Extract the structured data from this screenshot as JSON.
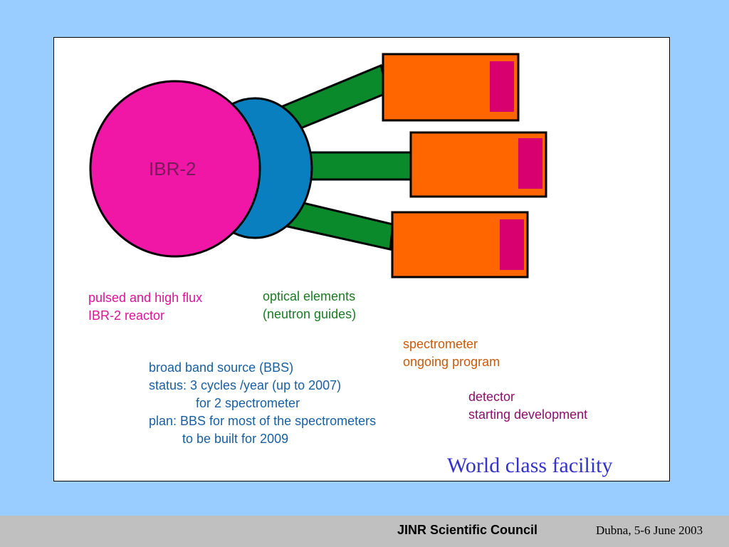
{
  "diagram": {
    "reactor_label": "IBR-2",
    "labels": {
      "reactor": [
        "pulsed and high flux",
        "IBR-2 reactor"
      ],
      "optics": [
        "optical elements",
        "(neutron guides)"
      ],
      "spectrometer": [
        "spectrometer",
        "ongoing program"
      ],
      "detector": [
        "detector",
        "starting development"
      ],
      "bbs": [
        "broad band source (BBS)",
        "status: 3 cycles /year (up to 2007)",
        "for 2 spectrometer",
        "plan: BBS for most of the spectrometers",
        "to be built for 2009"
      ]
    },
    "tagline": "World class facility",
    "colors": {
      "reactor": "#f016a6",
      "moderator": "#0a7fc0",
      "guide": "#0a8a2a",
      "spectrometer": "#ff6600",
      "detector": "#d8006f"
    }
  },
  "footer": {
    "title": "JINR Scientific Council",
    "date": "Dubna, 5-6 June 2003"
  }
}
